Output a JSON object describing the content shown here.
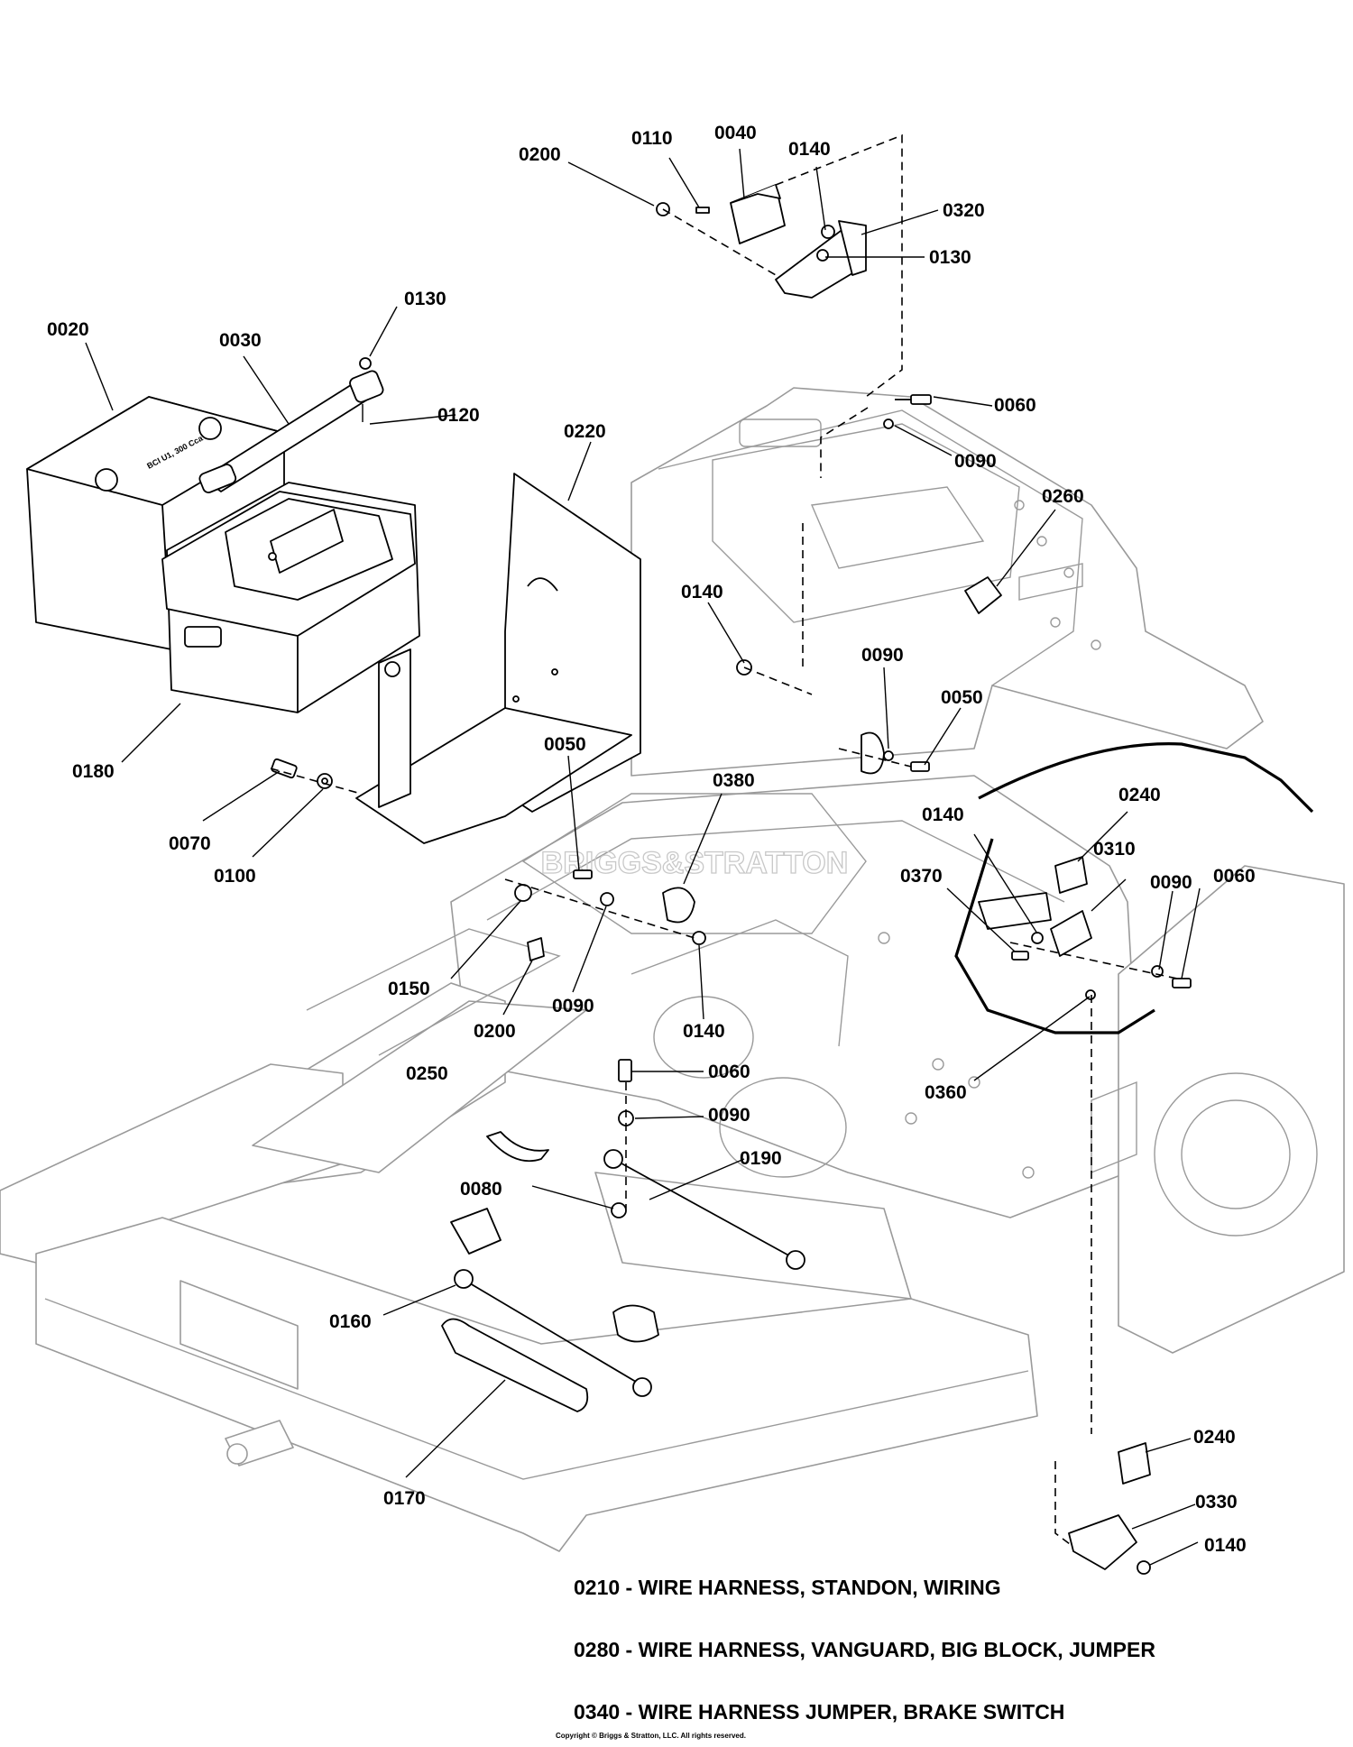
{
  "callouts": [
    {
      "label": "0200"
    },
    {
      "label": "0110"
    },
    {
      "label": "0040"
    },
    {
      "label": "0140"
    },
    {
      "label": "0320"
    },
    {
      "label": "0130"
    },
    {
      "label": "0020"
    },
    {
      "label": "0030"
    },
    {
      "label": "0130"
    },
    {
      "label": "0120"
    },
    {
      "label": "0060"
    },
    {
      "label": "0090"
    },
    {
      "label": "0220"
    },
    {
      "label": "0260"
    },
    {
      "label": "0140"
    },
    {
      "label": "0090"
    },
    {
      "label": "0050"
    },
    {
      "label": "0180"
    },
    {
      "label": "0070"
    },
    {
      "label": "0100"
    },
    {
      "label": "0050"
    },
    {
      "label": "0380"
    },
    {
      "label": "0140"
    },
    {
      "label": "0240"
    },
    {
      "label": "0370"
    },
    {
      "label": "0310"
    },
    {
      "label": "0090"
    },
    {
      "label": "0060"
    },
    {
      "label": "0150"
    },
    {
      "label": "0200"
    },
    {
      "label": "0090"
    },
    {
      "label": "0140"
    },
    {
      "label": "0360"
    },
    {
      "label": "0060"
    },
    {
      "label": "0250"
    },
    {
      "label": "0090"
    },
    {
      "label": "0190"
    },
    {
      "label": "0080"
    },
    {
      "label": "0160"
    },
    {
      "label": "0170"
    },
    {
      "label": "0240"
    },
    {
      "label": "0330"
    },
    {
      "label": "0140"
    }
  ],
  "notes": [
    "0210 - WIRE HARNESS, STANDON, WIRING",
    "0280 - WIRE HARNESS, VANGUARD, BIG BLOCK, JUMPER",
    "0340 - WIRE HARNESS JUMPER, BRAKE SWITCH"
  ],
  "watermark": "BRIGGS&STRATTON",
  "battery_label": "BCI U1, 300 Cca",
  "copyright": "Copyright © Briggs & Stratton, LLC. All rights reserved."
}
